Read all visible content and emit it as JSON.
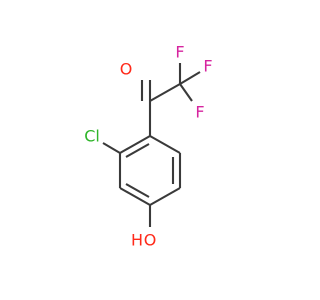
{
  "molecule": {
    "atoms": {
      "O_carbonyl": {
        "label": "O",
        "color": "#ff2a1a"
      },
      "F1": {
        "label": "F",
        "color": "#d6249f"
      },
      "F2": {
        "label": "F",
        "color": "#d6249f"
      },
      "F3": {
        "label": "F",
        "color": "#d6249f"
      },
      "Cl": {
        "label": "Cl",
        "color": "#2fb52a"
      },
      "OH_O": {
        "label": "O",
        "color": "#ff2a1a"
      },
      "OH_H": {
        "label": "H",
        "color": "#ff2a1a"
      }
    },
    "bond_color": "#3a3a3a"
  }
}
